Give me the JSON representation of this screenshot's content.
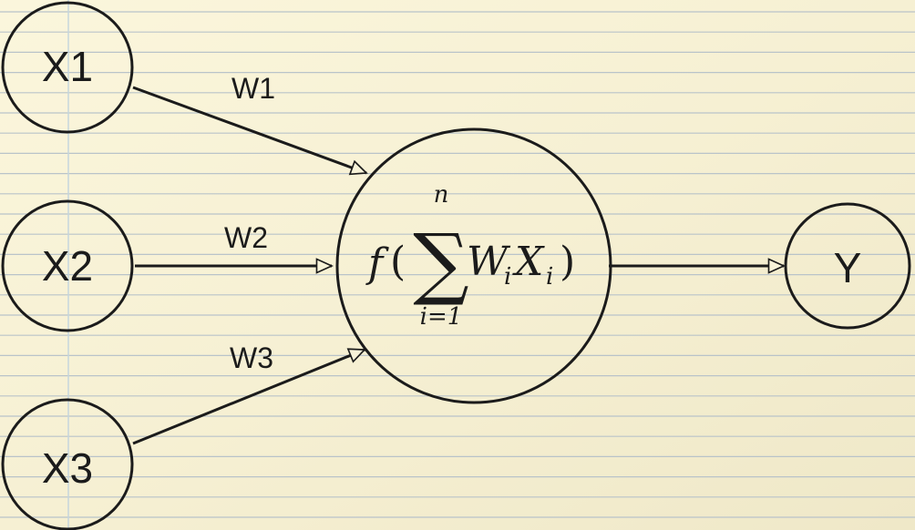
{
  "inputs": [
    {
      "label": "X1",
      "weight": "W1"
    },
    {
      "label": "X2",
      "weight": "W2"
    },
    {
      "label": "X3",
      "weight": "W3"
    }
  ],
  "neuron": {
    "func": "f",
    "open_paren": "(",
    "sum_symbol": "∑",
    "upper_limit": "n",
    "lower_limit": "i=1",
    "term_w": "W",
    "term_w_sub": "i",
    "term_x": "X",
    "term_x_sub": "i",
    "close_paren": ")"
  },
  "output": {
    "label": "Y"
  },
  "colors": {
    "paper": "#f8f3d8",
    "rule_line": "#b9c3c9",
    "margin_line": "#c6d6dd",
    "ink": "#1b1b1b"
  }
}
